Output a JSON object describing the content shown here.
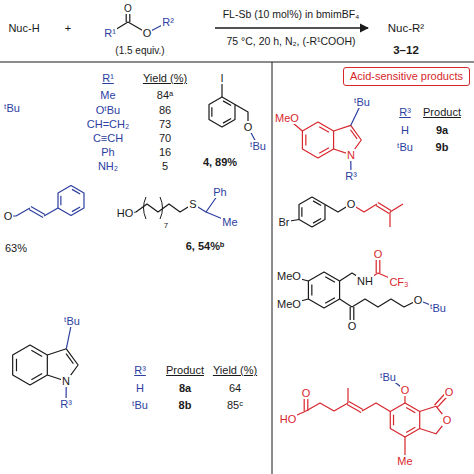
{
  "diagram": {
    "nodes": [
      {
        "text": [
          "Acid-sensitive products"
        ]
      }
    ],
    "labels": [
      "Nuc-H",
      "+",
      "O",
      "R¹",
      "O",
      "R²",
      "(1.5 equiv.)",
      "FL-Sb (10 mol%) in bmimBF₄",
      "75 °C, 20 h, N₂, (-R¹COOH)",
      "Nuc-R²",
      "3–12",
      "ᵗBu",
      "R¹",
      "Yield (%)",
      "Me",
      "OᵗBu",
      "CH=CH₂",
      "C≡CH",
      "Ph",
      "NH₂",
      "84ᵃ",
      "86",
      "73",
      "70",
      "16",
      "5",
      "I",
      "O",
      "ᵗBu",
      "4, 89%",
      "O",
      "63%",
      "HO",
      "7",
      "S",
      "Ph",
      "Me",
      "6, 54%ᵇ",
      "ᵗBu",
      "N",
      "R³",
      "R³",
      "Product",
      "Yield (%)",
      "H",
      "8a",
      "64",
      "ᵗBu",
      "8b",
      "85ᶜ",
      "MeO",
      "ᵗBu",
      "N",
      "R³",
      "R³",
      "Product",
      "H",
      "9a",
      "ᵗBu",
      "9b",
      "Br",
      "O",
      "MeO",
      "MeO",
      "NH",
      "O",
      "CF₃",
      "O",
      "O",
      "ᵗBu",
      "HO",
      "O",
      "ᵗBu",
      "O",
      "O",
      "O",
      "Me"
    ]
  }
}
